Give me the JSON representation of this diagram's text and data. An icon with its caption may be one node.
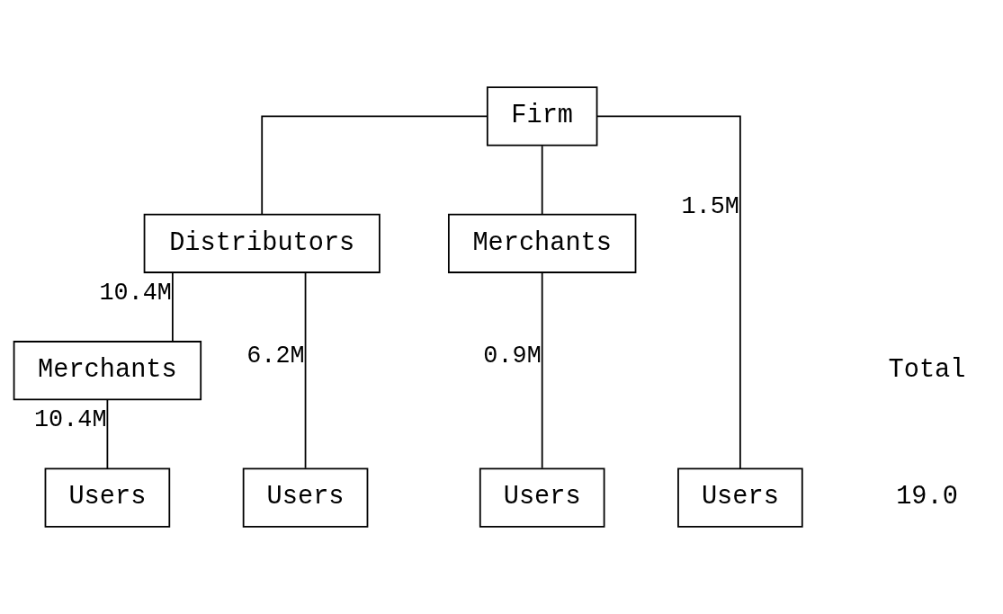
{
  "diagram": {
    "nodes": [
      {
        "text": [
          "Firm"
        ]
      },
      {
        "text": [
          "Distributors"
        ]
      },
      {
        "text": [
          "Merchants"
        ]
      },
      {
        "text": [
          "Merchants"
        ]
      },
      {
        "text": [
          "Users"
        ]
      },
      {
        "text": [
          "Users"
        ]
      },
      {
        "text": [
          "Users"
        ]
      },
      {
        "text": [
          "Users"
        ]
      }
    ],
    "edges": [
      {
        "from": 0,
        "to": 1,
        "arrow": "none"
      },
      {
        "from": 0,
        "to": 3,
        "arrow": "none"
      },
      {
        "from": 0,
        "to": 7,
        "arrow": "none",
        "label": "1.5M"
      },
      {
        "from": 1,
        "to": 4,
        "arrow": "none",
        "label": "6.2M"
      },
      {
        "from": 1,
        "to": 2,
        "arrow": "none",
        "label": "10.4M"
      },
      {
        "from": 2,
        "to": 5,
        "arrow": "none",
        "label": "10.4M"
      },
      {
        "from": 3,
        "to": 6,
        "arrow": "none",
        "label": "0.9M"
      }
    ],
    "labels": [
      "Total",
      "19.0"
    ]
  }
}
